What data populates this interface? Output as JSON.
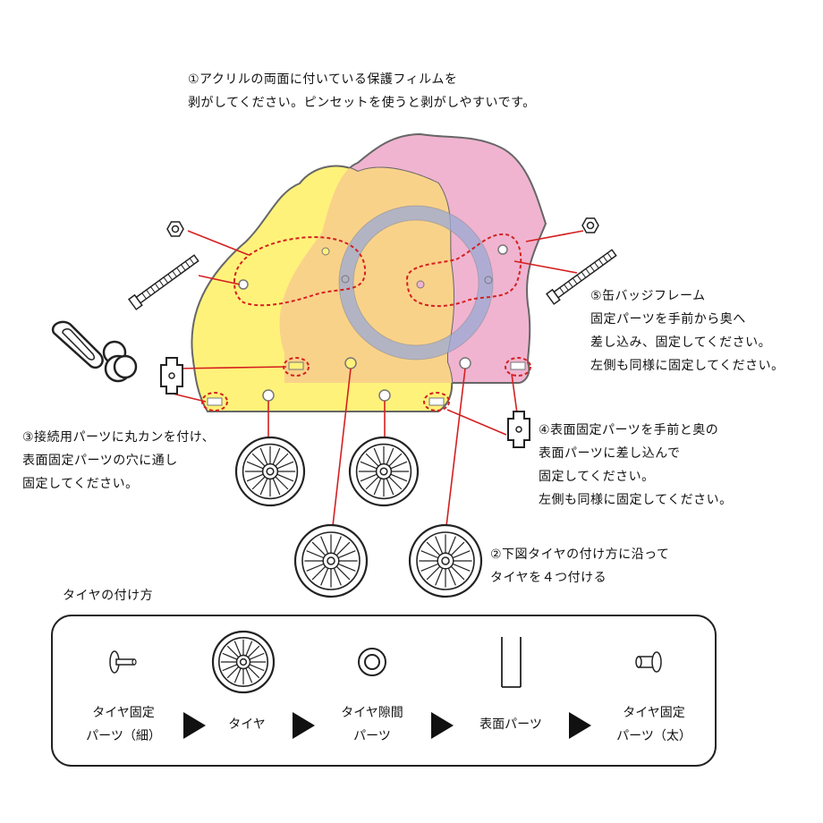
{
  "instructions": {
    "step1": [
      "①アクリルの両面に付いている保護フィルムを",
      "剥がしてください。ピンセットを使うと剥がしやすいです。"
    ],
    "step2": [
      "②下図タイヤの付け方に沿って",
      "タイヤを４つ付ける"
    ],
    "step3": [
      "③接続用パーツに丸カンを付け、",
      "表面固定パーツの穴に通し",
      "固定してください。"
    ],
    "step4": [
      "④表面固定パーツを手前と奥の",
      "表面パーツに差し込んで",
      "固定してください。",
      "左側も同様に固定してください。"
    ],
    "step5": [
      "⑤缶バッジフレーム",
      "固定パーツを手前から奥へ",
      "差し込み、固定してください。",
      "左側も同様に固定してください。"
    ]
  },
  "tire_guide": {
    "title": "タイヤの付け方",
    "steps": [
      {
        "label": [
          "タイヤ固定",
          "パーツ（細）"
        ],
        "icon": "thin-pin-icon"
      },
      {
        "label": [
          "タイヤ"
        ],
        "icon": "tire-icon"
      },
      {
        "label": [
          "タイヤ隙間",
          "パーツ"
        ],
        "icon": "spacer-ring-icon"
      },
      {
        "label": [
          "表面パーツ"
        ],
        "icon": "surface-plate-icon"
      },
      {
        "label": [
          "タイヤ固定",
          "パーツ（太）"
        ],
        "icon": "thick-pin-icon"
      }
    ]
  },
  "colors": {
    "yellow_part": "#fff27a",
    "pink_part": "#f0b4d0",
    "orange_overlap": "#f9d28a",
    "frame_ring": "#9aa9d6",
    "leader_line": "#d42020",
    "outline": "#555555"
  }
}
